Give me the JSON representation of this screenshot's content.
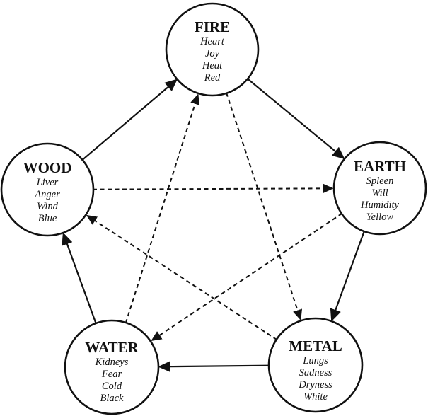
{
  "elements": {
    "fire": {
      "name": "FIRE",
      "attributes": [
        "Heart",
        "Joy",
        "Heat",
        "Red"
      ]
    },
    "earth": {
      "name": "EARTH",
      "attributes": [
        "Spleen",
        "Will",
        "Humidity",
        "Yellow"
      ]
    },
    "metal": {
      "name": "METAL",
      "attributes": [
        "Lungs",
        "Sadness",
        "Dryness",
        "White"
      ]
    },
    "water": {
      "name": "WATER",
      "attributes": [
        "Kidneys",
        "Fear",
        "Cold",
        "Black"
      ]
    },
    "wood": {
      "name": "WOOD",
      "attributes": [
        "Liver",
        "Anger",
        "Wind",
        "Blue"
      ]
    }
  },
  "generating_cycle": [
    [
      "wood",
      "fire"
    ],
    [
      "fire",
      "earth"
    ],
    [
      "earth",
      "metal"
    ],
    [
      "metal",
      "water"
    ],
    [
      "water",
      "wood"
    ]
  ],
  "controlling_cycle": [
    [
      "fire",
      "metal"
    ],
    [
      "metal",
      "wood"
    ],
    [
      "wood",
      "earth"
    ],
    [
      "earth",
      "water"
    ],
    [
      "water",
      "fire"
    ]
  ]
}
